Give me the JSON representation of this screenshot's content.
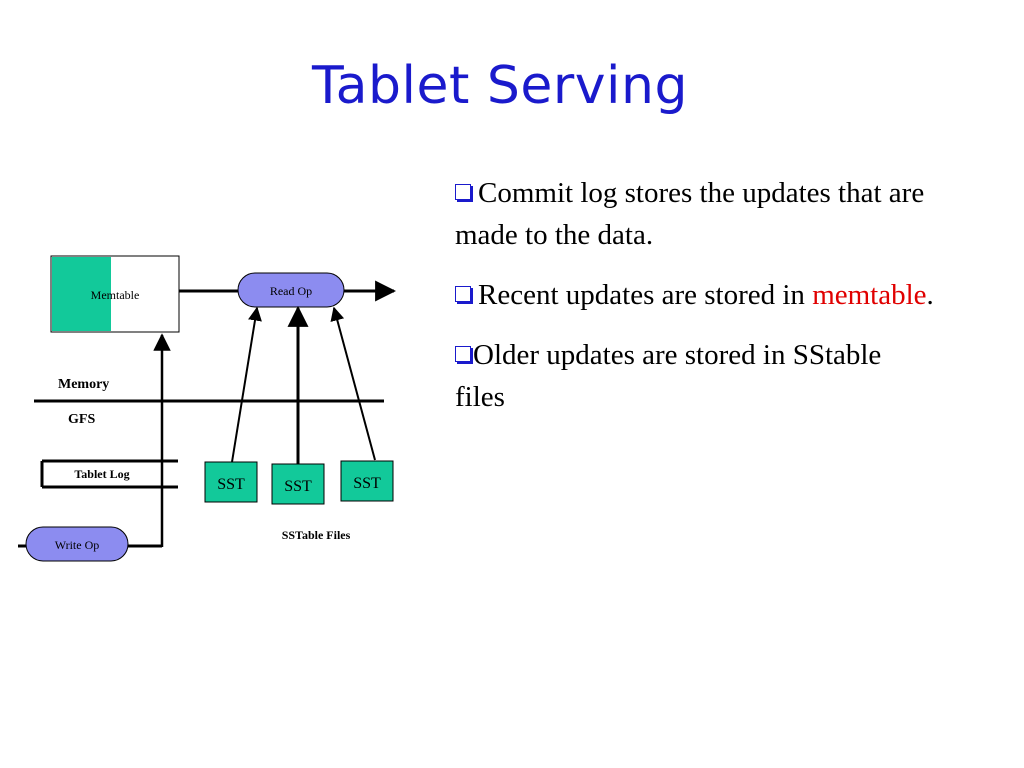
{
  "title": "Tablet Serving",
  "diagram": {
    "memtable_label": "Memtable",
    "read_op_label": "Read Op",
    "memory_label": "Memory",
    "gfs_label": "GFS",
    "tablet_log_label": "Tablet Log",
    "write_op_label": "Write Op",
    "sst_labels": [
      "SST",
      "SST",
      "SST"
    ],
    "sstable_files_label": "SSTable Files",
    "colors": {
      "memtable_fill": "#12c99a",
      "oval_fill": "#8c8cf0",
      "sst_fill": "#12c99a"
    }
  },
  "bullets": [
    {
      "text": "Commit log stores the updates that are made to the data."
    },
    {
      "text_before": "Recent updates are stored in ",
      "highlight": "memtable",
      "text_after": ".",
      "highlight_color": "#e00000"
    },
    {
      "text": "Older updates are stored in SStable files"
    }
  ]
}
